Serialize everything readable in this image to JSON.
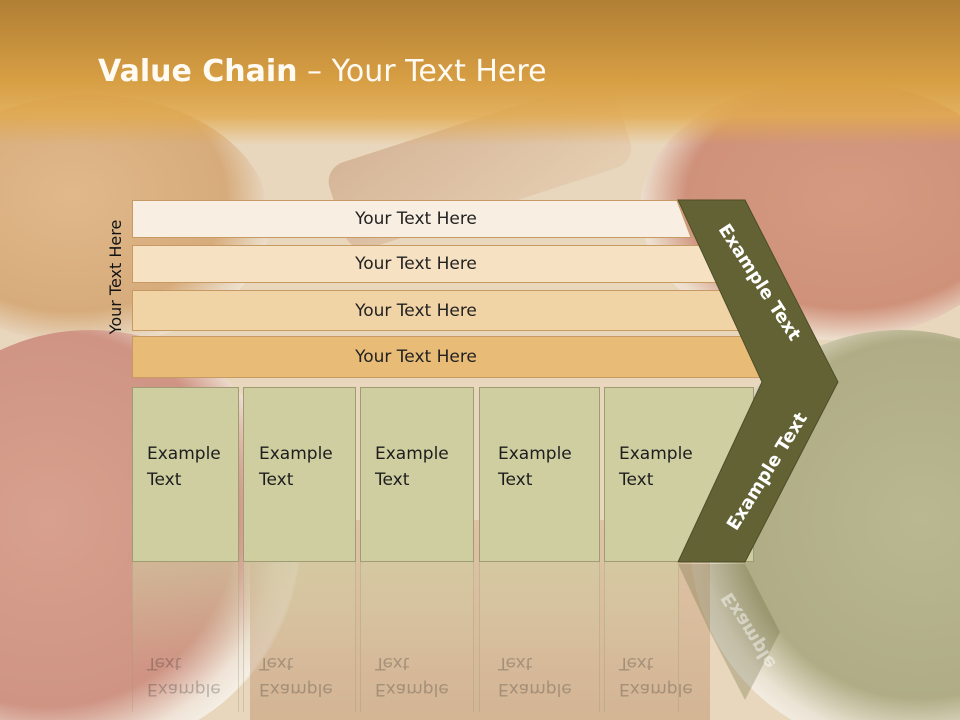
{
  "slide": {
    "title_bold": "Value Chain",
    "title_rest": " – Your Text Here",
    "vertical_label": "Your Text Here"
  },
  "bars": [
    {
      "label": "Your Text Here",
      "color": "#f8eee2"
    },
    {
      "label": "Your Text Here",
      "color": "#f6e2c3"
    },
    {
      "label": "Your Text Here",
      "color": "#f1d4a6"
    },
    {
      "label": "Your Text Here",
      "color": "#e8bc76"
    }
  ],
  "boxes": [
    {
      "line1": "Example",
      "line2": "Text"
    },
    {
      "line1": "Example",
      "line2": "Text"
    },
    {
      "line1": "Example",
      "line2": "Text"
    },
    {
      "line1": "Example",
      "line2": "Text"
    },
    {
      "line1": "Example",
      "line2": "Text"
    }
  ],
  "chevron": {
    "upper_label": "Example Text",
    "lower_label": "Example Text",
    "reflection_label": "Example",
    "color": "#626235"
  },
  "colors": {
    "title_band": "#d79e43",
    "box_fill": "#cfcea1",
    "bar_border": "#c79a63"
  }
}
